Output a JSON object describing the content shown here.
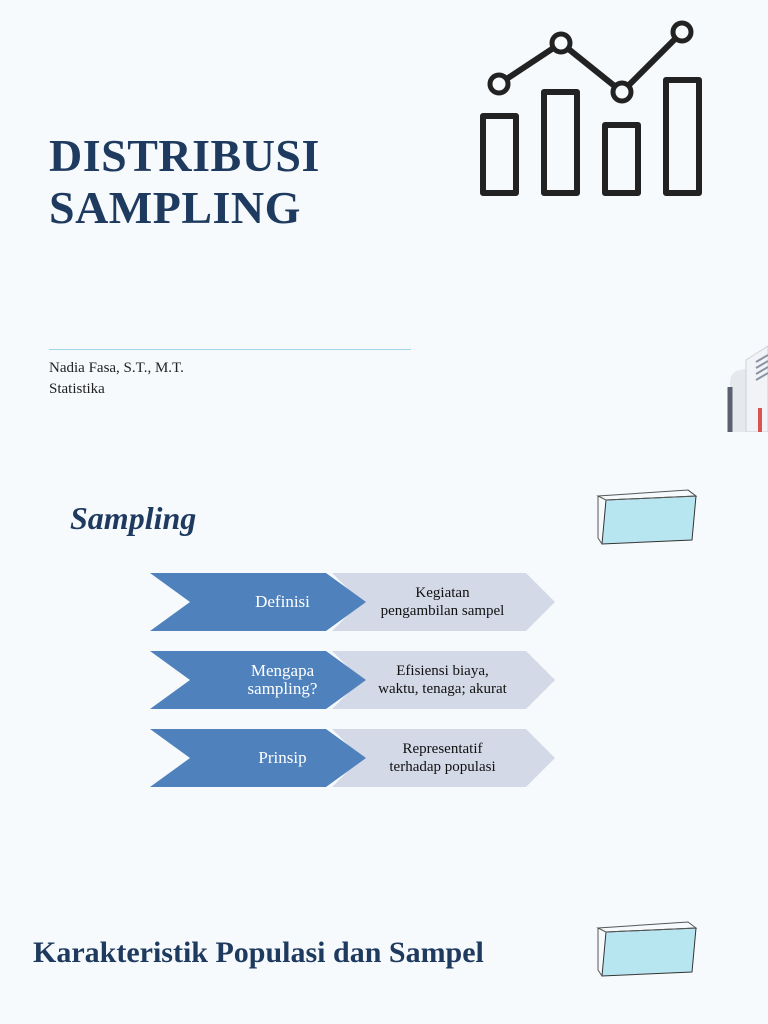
{
  "slide1": {
    "title_line1": "DISTRIBUSI",
    "title_line2": "SAMPLING",
    "author": "Nadia Fasa, S.T., M.T.",
    "course": "Statistika",
    "icons": [
      "bar-line-chart-icon",
      "document-stack-icon"
    ]
  },
  "slide2": {
    "title": "Sampling",
    "rows": [
      {
        "label": "Definisi",
        "desc_line1": "Kegiatan",
        "desc_line2": "pengambilan sampel"
      },
      {
        "label_line1": "Mengapa",
        "label_line2": "sampling?",
        "desc_line1": "Efisiensi biaya,",
        "desc_line2": "waktu, tenaga; akurat"
      },
      {
        "label": "Prinsip",
        "desc_line1": "Representatif",
        "desc_line2": "terhadap populasi"
      }
    ],
    "colors": {
      "chevron_dark": "#4f81bd",
      "chevron_light": "#d3d9e6"
    }
  },
  "slide3": {
    "title": "Karakteristik Populasi dan Sampel"
  },
  "colors": {
    "background": "#f7fafd",
    "title": "#1e3a5f",
    "accent_rule": "#9fd6e8",
    "box_fill": "#b8e6f0"
  }
}
